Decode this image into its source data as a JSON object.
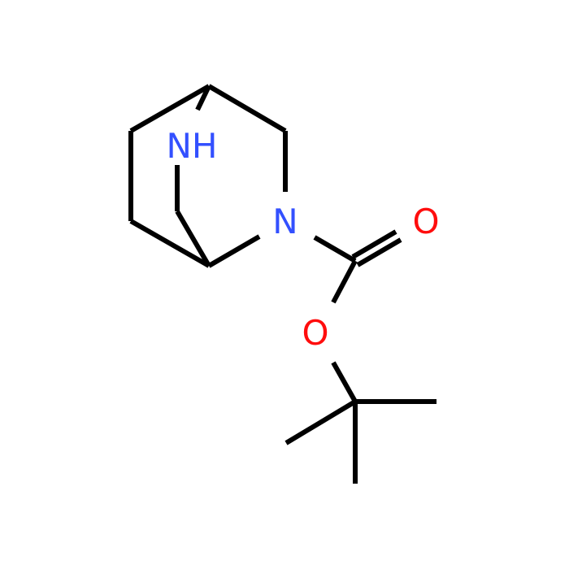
{
  "molecule": {
    "atoms": [
      {
        "id": "nh",
        "label": "NH",
        "color": "#3350ff"
      },
      {
        "id": "n",
        "label": "N",
        "color": "#3350ff"
      },
      {
        "id": "o_carbonyl",
        "label": "O",
        "color": "#ff0d0d"
      },
      {
        "id": "o_ester",
        "label": "O",
        "color": "#ff0d0d"
      }
    ],
    "bond_color": "#000000"
  }
}
